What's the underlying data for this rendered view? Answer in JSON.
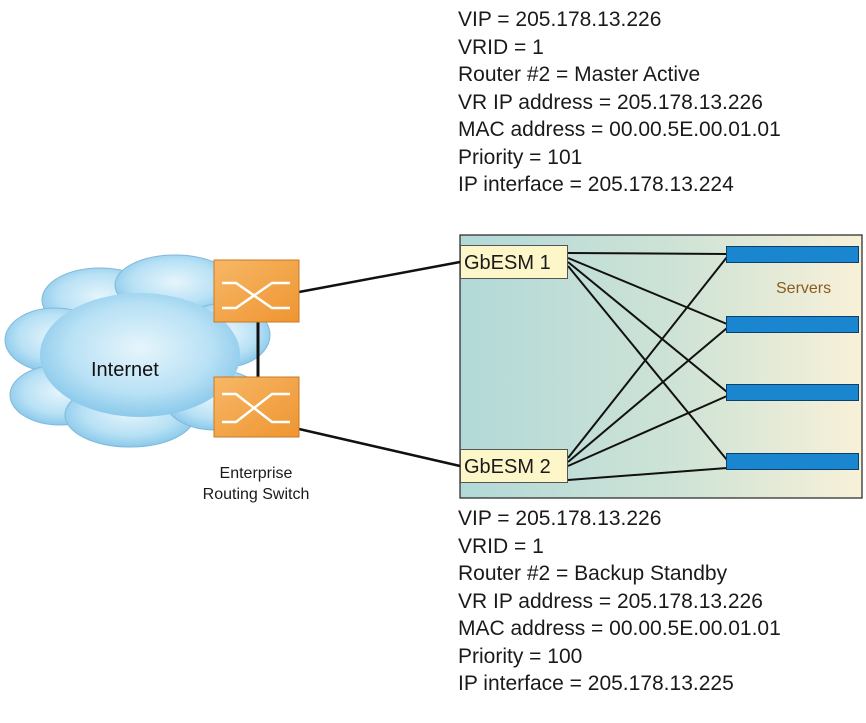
{
  "master_info": [
    "VIP = 205.178.13.226",
    "VRID = 1",
    "Router #2 = Master Active",
    "VR IP address = 205.178.13.226",
    "MAC address = 00.00.5E.00.01.01",
    "Priority = 101",
    "IP interface = 205.178.13.224"
  ],
  "backup_info": [
    "VIP = 205.178.13.226",
    "VRID = 1",
    "Router #2 = Backup Standby",
    "VR IP address = 205.178.13.226",
    "MAC address = 00.00.5E.00.01.01",
    "Priority = 100",
    "IP interface = 205.178.13.225"
  ],
  "labels": {
    "esm1": "GbESM 1",
    "esm2": "GbESM 2",
    "servers": "Servers",
    "internet": "Internet",
    "switch_line1": "Enterprise",
    "switch_line2": "Routing Switch"
  },
  "colors": {
    "switch_fill": "#f4a64a",
    "server_fill": "#1a86d0",
    "cloud_fill": "#a9d8f2",
    "chassis_teal": "#b6dbd9",
    "chassis_cream": "#f6f0d6"
  }
}
